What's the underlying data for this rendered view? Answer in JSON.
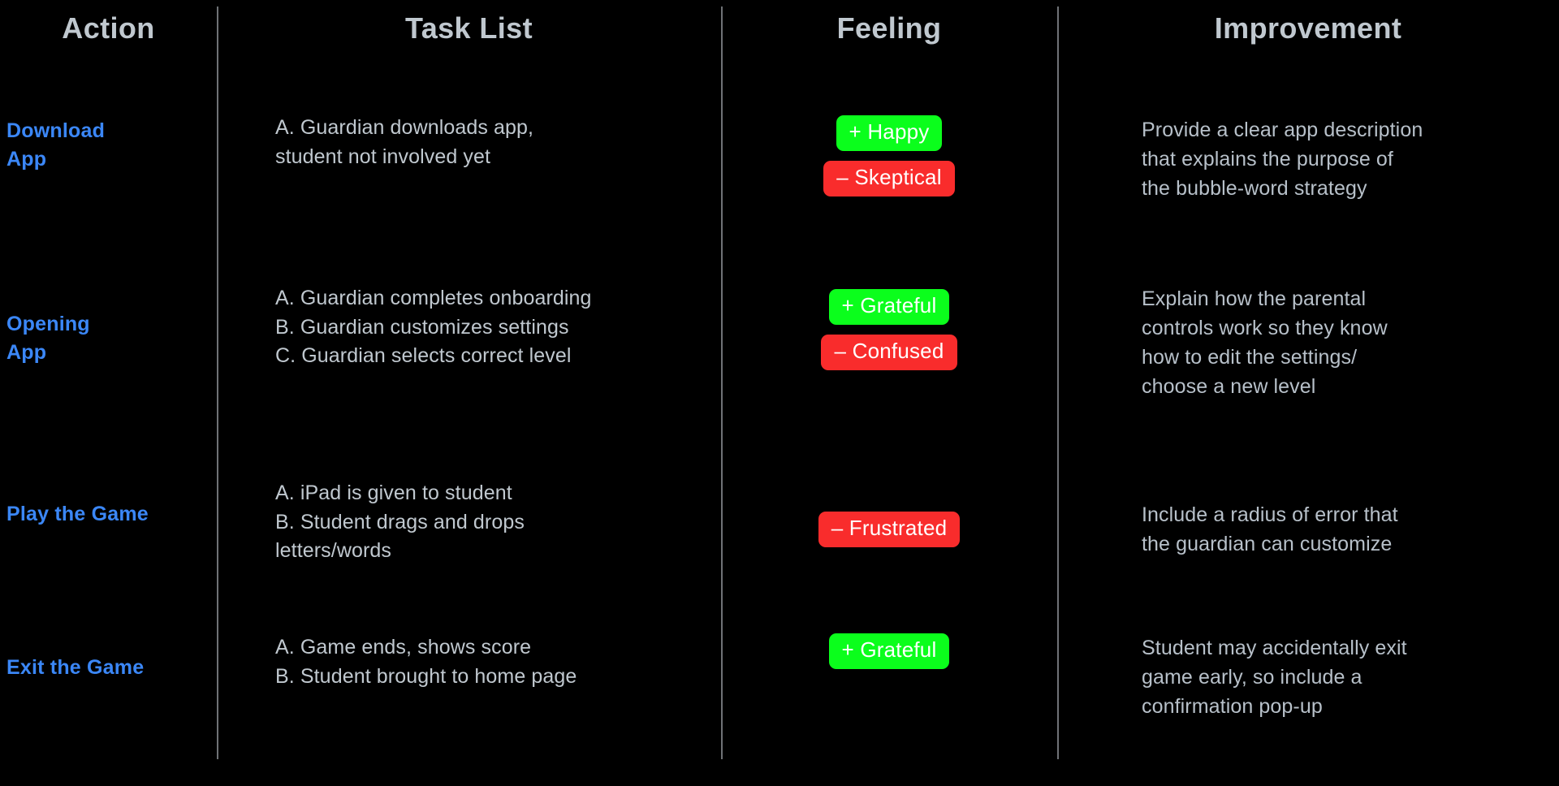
{
  "page": {
    "background": "#000000",
    "accent_blue": "#3B87F7",
    "text_gray": "#C0C8CF",
    "positive_color": "#0BFE1C",
    "negative_color": "#F92C2C"
  },
  "headers": [
    {
      "key": "action",
      "label": "Action"
    },
    {
      "key": "tasklist",
      "label": "Task List"
    },
    {
      "key": "feeling",
      "label": "Feeling"
    },
    {
      "key": "improvement",
      "label": "Improvement"
    }
  ],
  "rows": [
    {
      "action": [
        "Download",
        "App"
      ],
      "tasks": [
        "A. Guardian downloads app,",
        "student not involved yet"
      ],
      "feelings": [
        {
          "sign": "+",
          "label": "Happy",
          "tone": "positive"
        },
        {
          "sign": "–",
          "label": "Skeptical",
          "tone": "negative"
        }
      ],
      "improvement": [
        "Provide a clear app description",
        "that explains the purpose of",
        "the bubble-word strategy"
      ]
    },
    {
      "action": [
        "Opening",
        "App"
      ],
      "tasks": [
        "A. Guardian completes onboarding",
        "B. Guardian customizes settings",
        "C. Guardian selects correct level"
      ],
      "feelings": [
        {
          "sign": "+",
          "label": "Grateful",
          "tone": "positive"
        },
        {
          "sign": "–",
          "label": "Confused",
          "tone": "negative"
        }
      ],
      "improvement": [
        "Explain how the parental",
        "controls work so they know",
        "how to edit the settings/",
        "choose a new level"
      ]
    },
    {
      "action": [
        "Play the Game"
      ],
      "tasks": [
        "A. iPad is given to student",
        "B. Student drags and drops",
        "letters/words"
      ],
      "feelings": [
        {
          "sign": "–",
          "label": "Frustrated",
          "tone": "negative"
        }
      ],
      "improvement": [
        "Include a radius of error that",
        "the guardian can customize"
      ]
    },
    {
      "action": [
        "Exit the Game"
      ],
      "tasks": [
        "A. Game ends, shows score",
        "B. Student brought to home page"
      ],
      "feelings": [
        {
          "sign": "+",
          "label": "Grateful",
          "tone": "positive"
        }
      ],
      "improvement": [
        "Student may accidentally exit",
        "game early, so include a",
        "confirmation pop-up"
      ]
    }
  ]
}
